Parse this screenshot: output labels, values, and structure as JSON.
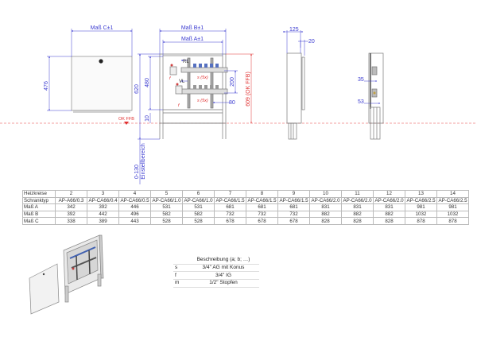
{
  "drawing": {
    "front": {
      "mass_c": "Maß C±1",
      "height_476": "476"
    },
    "open": {
      "mass_b": "Maß B±1",
      "mass_a": "Maß A±1",
      "h620": "620",
      "h480": "480",
      "h10": "10",
      "rl": "RL",
      "vl": "VL",
      "s5x_top": "s (5x)",
      "s5x_bottom": "s (5x)",
      "f_top": "f",
      "f_bottom": "f",
      "d200": "200",
      "d80": "80",
      "d609": "609 (OK FFB)",
      "okffb": "OK FFB",
      "einstell": "0-130",
      "einstell_label": "Einstellbereich"
    },
    "side": {
      "d125": "125",
      "d20": "20"
    },
    "side2": {
      "d35": "35",
      "d53": "53"
    }
  },
  "spec_table": {
    "rows": [
      [
        "Heizkreise",
        "2",
        "3",
        "4",
        "5",
        "6",
        "7",
        "8",
        "9",
        "10",
        "11",
        "12",
        "13",
        "14"
      ],
      [
        "Schranktyp",
        "AP-A66/0.3",
        "AP-CA66/0.4",
        "AP-CA66/0.5",
        "AP-CA66/1.0",
        "AP-CA66/1.0",
        "AP-CA66/1.5",
        "AP-CA66/1.5",
        "AP-CA66/1.5",
        "AP-CA66/2.0",
        "AP-CA66/2.0",
        "AP-CA66/2.0",
        "AP-CA66/2.5",
        "AP-CA66/2.5"
      ],
      [
        "Maß A",
        "342",
        "392",
        "446",
        "531",
        "531",
        "681",
        "681",
        "681",
        "831",
        "831",
        "831",
        "981",
        "981"
      ],
      [
        "Maß B",
        "392",
        "442",
        "496",
        "582",
        "582",
        "732",
        "732",
        "732",
        "882",
        "882",
        "882",
        "1032",
        "1032"
      ],
      [
        "Maß C",
        "338",
        "389",
        "443",
        "528",
        "528",
        "678",
        "678",
        "678",
        "828",
        "828",
        "828",
        "878",
        "878"
      ]
    ]
  },
  "legend": {
    "header": "Beschreibung (a; b; …)",
    "items": [
      {
        "key": "s",
        "value": "3/4\" AG mit Konus"
      },
      {
        "key": "f",
        "value": "3/4\" IG"
      },
      {
        "key": "m",
        "value": "1/2\" Stopfen"
      }
    ]
  }
}
